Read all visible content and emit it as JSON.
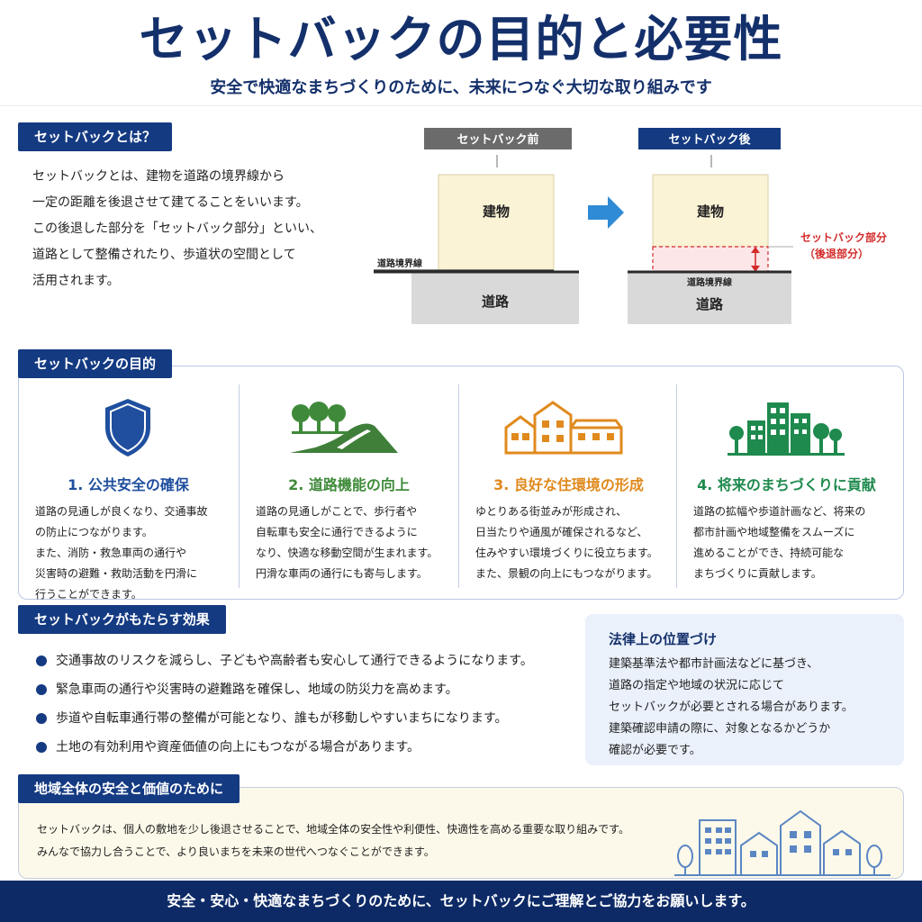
{
  "header": {
    "title": "セットバックの目的と必要性",
    "subtitle": "安全で快適なまちづくりのために、未来につなぐ大切な取り組みです"
  },
  "intro": {
    "tag": "セットバックとは？",
    "lines": [
      "セットバックとは、建物を道路の境界線から",
      "一定の距離を後退させて建てることをいいます。",
      "この後退した部分を「セットバック部分」といい、",
      "道路として整備されたり、歩道状の空間として",
      "活用されます。"
    ]
  },
  "diagram": {
    "before_label": "セットバック前",
    "after_label": "セットバック後",
    "building": "建物",
    "road": "道路",
    "boundary": "道路境界線",
    "setback_part": "セットバック部分",
    "setback_part_sub": "（後退部分）",
    "colors": {
      "navy": "#143a82",
      "gray": "#6b6b6b",
      "red": "#d42a2a",
      "arrow": "#2f8bd6"
    }
  },
  "purpose": {
    "tag": "セットバックの目的",
    "items": [
      {
        "title": "1. 公共安全の確保",
        "color": "#1f4f9e",
        "icon": "shield-icon",
        "lines": [
          "道路の見通しが良くなり、交通事故",
          "の防止につながります。",
          "また、消防・救急車両の通行や",
          "災害時の避難・救助活動を円滑に",
          "行うことができます。"
        ]
      },
      {
        "title": "2. 道路機能の向上",
        "color": "#3f8a3a",
        "icon": "road-trees-icon",
        "lines": [
          "道路の見通しがことで、歩行者や",
          "自転車も安全に通行できるように",
          "なり、快適な移動空間が生まれます。",
          "円滑な車両の通行にも寄与します。"
        ]
      },
      {
        "title": "3. 良好な住環境の形成",
        "color": "#e08a1e",
        "icon": "houses-icon",
        "lines": [
          "ゆとりある街並みが形成され、",
          "日当たりや通風が確保されるなど、",
          "住みやすい環境づくりに役立ちます。",
          "また、景観の向上にもつながります。"
        ]
      },
      {
        "title": "4. 将来のまちづくりに貢献",
        "color": "#1f8a4e",
        "icon": "city-icon",
        "lines": [
          "道路の拡幅や歩道計画など、将来の",
          "都市計画や地域整備をスムーズに",
          "進めることができ、持続可能な",
          "まちづくりに貢献します。"
        ]
      }
    ]
  },
  "effects": {
    "tag": "セットバックがもたらす効果",
    "items": [
      "交通事故のリスクを減らし、子どもや高齢者も安心して通行できるようになります。",
      "緊急車両の通行や災害時の避難路を確保し、地域の防災力を高めます。",
      "歩道や自転車通行帯の整備が可能となり、誰もが移動しやすいまちになります。",
      "土地の有効利用や資産価値の向上にもつながる場合があります。"
    ]
  },
  "legal": {
    "title": "法律上の位置づけ",
    "lines": [
      "建築基準法や都市計画法などに基づき、",
      "道路の指定や地域の状況に応じて",
      "セットバックが必要とされる場合があります。",
      "建築確認申請の際に、対象となるかどうか",
      "確認が必要です。"
    ]
  },
  "region": {
    "tag": "地域全体の安全と価値のために",
    "lines": [
      "セットバックは、個人の敷地を少し後退させることで、地域全体の安全性や利便性、快適性を高める重要な取り組みです。",
      "みんなで協力し合うことで、より良いまちを未来の世代へつなぐことができます。"
    ]
  },
  "footer": {
    "text": "安全・安心・快適なまちづくりのために、セットバックにご理解とご協力をお願いします。"
  }
}
